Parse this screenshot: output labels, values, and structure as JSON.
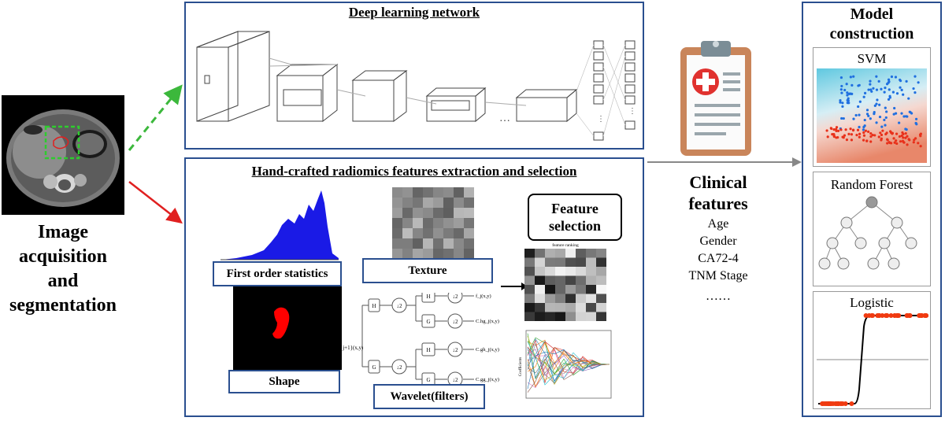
{
  "left": {
    "title_lines": [
      "Image",
      "acquisition",
      "and",
      "segmentation"
    ]
  },
  "deep": {
    "title": "Deep learning network"
  },
  "hand": {
    "title": "Hand-crafted radiomics features extraction and selection",
    "first_order": "First order statistics",
    "shape": "Shape",
    "texture": "Texture",
    "wavelet": "Wavelet(filters)",
    "feature_selection": "Feature selection",
    "feature_ranking": "feature ranking",
    "coef_axis": "Coefficients",
    "wavelet_input": "f_{j+1}(x,y)",
    "wavelet_nodes": {
      "H": "H",
      "G": "G",
      "down": "↓2"
    },
    "wavelet_outputs": [
      "f_j(x,y)",
      "C.hg_j(x,y)",
      "C.gh_j(x,y)",
      "C.gg_j(x,y)"
    ]
  },
  "clinical": {
    "title_lines": [
      "Clinical",
      "features"
    ],
    "items": [
      "Age",
      "Gender",
      "CA72-4",
      "TNM Stage",
      "……"
    ]
  },
  "model": {
    "title_lines": [
      "Model",
      "construction"
    ],
    "svm": "SVM",
    "rf": "Random Forest",
    "logistic": "Logistic"
  },
  "colors": {
    "panel_border": "#2a4f8f",
    "green_arrow": "#3cb83c",
    "red_arrow": "#e02020",
    "histogram": "#1a1ae6"
  }
}
